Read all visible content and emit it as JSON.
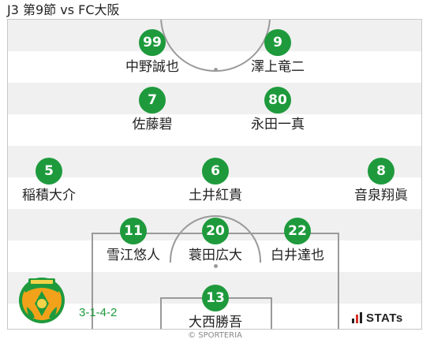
{
  "header": {
    "title": "J3 第9節 vs FC大阪"
  },
  "formation": "3-1-4-2",
  "players": [
    {
      "number": "99",
      "name": "中野誠也"
    },
    {
      "number": "9",
      "name": "澤上竜二"
    },
    {
      "number": "7",
      "name": "佐藤碧"
    },
    {
      "number": "80",
      "name": "永田一真"
    },
    {
      "number": "5",
      "name": "稲積大介"
    },
    {
      "number": "6",
      "name": "土井紅貴"
    },
    {
      "number": "8",
      "name": "音泉翔眞"
    },
    {
      "number": "11",
      "name": "雪江悠人"
    },
    {
      "number": "20",
      "name": "蓑田広大"
    },
    {
      "number": "22",
      "name": "白井達也"
    },
    {
      "number": "13",
      "name": "大西勝吾"
    }
  ],
  "branding": {
    "stats_label": "STATs",
    "copyright": "© SPORTERIA"
  },
  "colors": {
    "badge": "#1e9a3c",
    "formation_text": "#1e9a3c",
    "stripe": "#f0f0f0",
    "pitch_lines": "#9a9a9a"
  }
}
